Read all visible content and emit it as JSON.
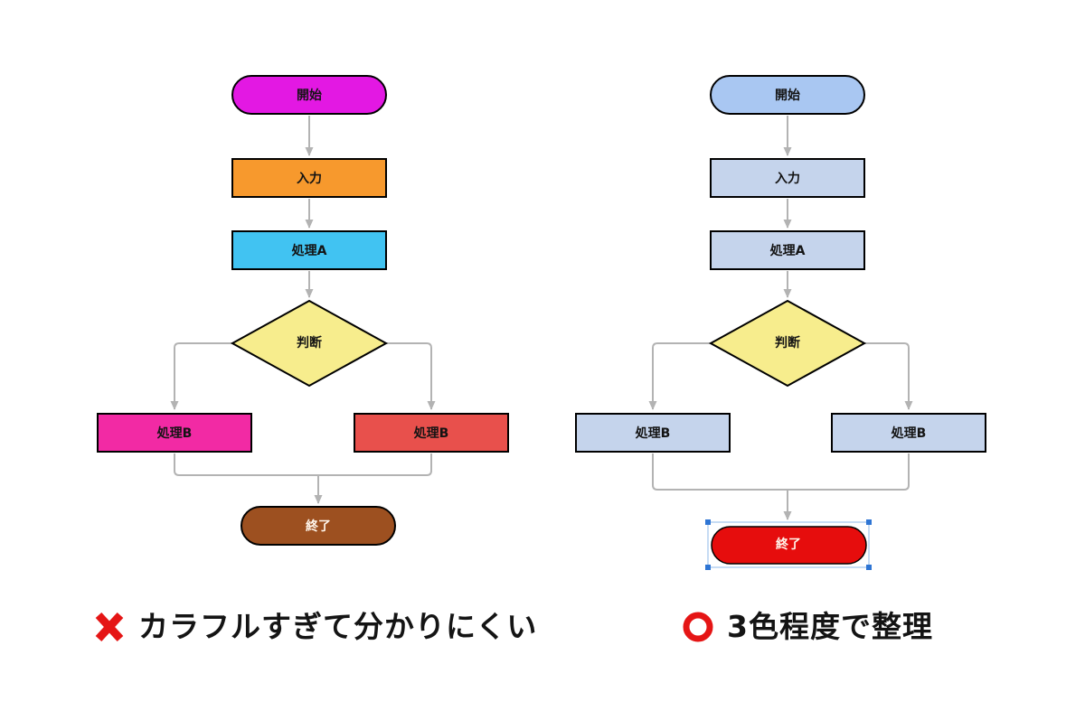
{
  "canvas": {
    "background": "#ffffff",
    "connector_color": "#b3b3b3"
  },
  "left_chart": {
    "description": "colorful flowchart (bad example)",
    "nodes": {
      "start": {
        "label": "開始",
        "fill": "#e318e3"
      },
      "input": {
        "label": "入力",
        "fill": "#f7992d"
      },
      "process_a": {
        "label": "処理A",
        "fill": "#41c3f2"
      },
      "decision": {
        "label": "判断",
        "fill": "#f7ed8d"
      },
      "process_b_left": {
        "label": "処理B",
        "fill": "#f22aa4"
      },
      "process_b_right": {
        "label": "処理B",
        "fill": "#e8504c"
      },
      "end": {
        "label": "終了",
        "fill": "#9d5020",
        "text_color": "#fff6ec"
      }
    },
    "caption": {
      "mark": "cross-mark",
      "mark_color": "#e51515",
      "text": "カラフルすぎて分かりにくい"
    }
  },
  "right_chart": {
    "description": "organized flowchart (good example)",
    "nodes": {
      "start": {
        "label": "開始",
        "fill": "#a9c7f2"
      },
      "input": {
        "label": "入力",
        "fill": "#c5d4ec"
      },
      "process_a": {
        "label": "処理A",
        "fill": "#c5d4ec"
      },
      "decision": {
        "label": "判断",
        "fill": "#f7ed8d"
      },
      "process_b_left": {
        "label": "処理B",
        "fill": "#c5d4ec"
      },
      "process_b_right": {
        "label": "処理B",
        "fill": "#c5d4ec"
      },
      "end": {
        "label": "終了",
        "fill": "#e60d0d",
        "text_color": "#ffffff"
      }
    },
    "selection": {
      "outline_color": "#8fb8e8",
      "handle_color": "#2e75d4",
      "node_stroke": "#2e75d4"
    },
    "caption": {
      "mark": "circle-mark",
      "mark_color": "#e51515",
      "text": "3色程度で整理"
    }
  }
}
